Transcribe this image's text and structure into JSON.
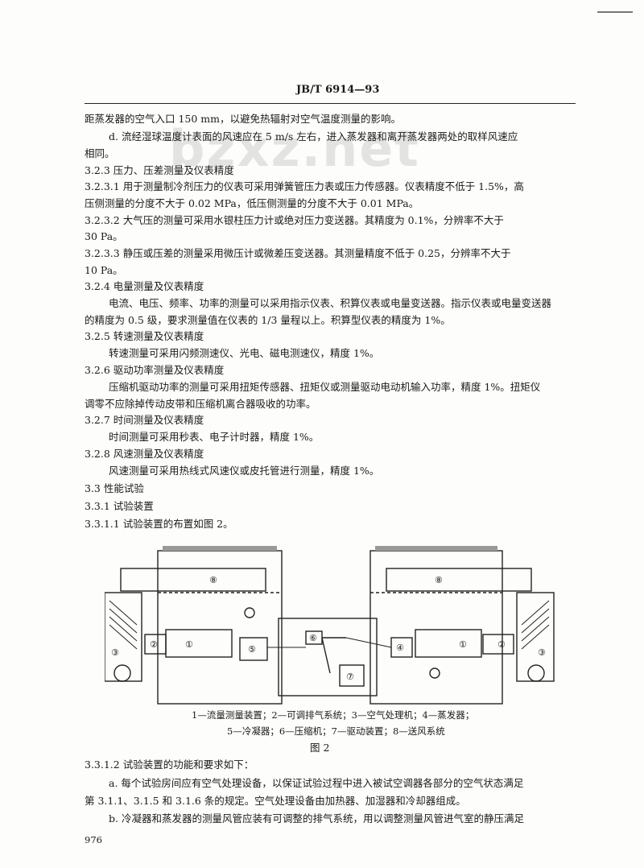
{
  "header": {
    "code": "JB/T 6914—93"
  },
  "watermark": "bzxz.net",
  "lines": [
    {
      "text": "距蒸发器的空气入口 150 mm，以避免热辐射对空气温度测量的影响。"
    },
    {
      "text": "d.  流经湿球温度计表面的风速应在 5 m/s 左右，进入蒸发器和离开蒸发器两处的取样风速应"
    },
    {
      "text": "相同。"
    },
    {
      "text": "3.2.3  压力、压差测量及仪表精度"
    },
    {
      "text": "3.2.3.1  用于测量制冷剂压力的仪表可采用弹簧管压力表或压力传感器。仪表精度不低于 1.5%，高"
    },
    {
      "text": "压侧测量的分度不大于 0.02 MPa，低压侧测量的分度不大于 0.01 MPa。"
    },
    {
      "text": "3.2.3.2  大气压的测量可采用水银柱压力计或绝对压力变送器。其精度为 0.1%，分辨率不大于"
    },
    {
      "text": "30 Pa。"
    },
    {
      "text": "3.2.3.3  静压或压差的测量采用微压计或微差压变送器。其测量精度不低于 0.25，分辨率不大于"
    },
    {
      "text": "10 Pa。"
    },
    {
      "text": "3.2.4  电量测量及仪表精度"
    },
    {
      "text": "电流、电压、频率、功率的测量可以采用指示仪表、积算仪表或电量变送器。指示仪表或电量变送器"
    },
    {
      "text": "的精度为 0.5 级，要求测量值在仪表的 1/3 量程以上。积算型仪表的精度为 1%。"
    },
    {
      "text": "3.2.5  转速测量及仪表精度"
    },
    {
      "text": "转速测量可采用闪频测速仪、光电、磁电测速仪，精度 1%。"
    },
    {
      "text": "3.2.6  驱动功率测量及仪表精度"
    },
    {
      "text": "压缩机驱动功率的测量可采用扭矩传感器、扭矩仪或测量驱动电动机输入功率，精度 1%。扭矩仪"
    },
    {
      "text": "调零不应除掉传动皮带和压缩机离合器吸收的功率。"
    },
    {
      "text": "3.2.7  时间测量及仪表精度"
    },
    {
      "text": "时间测量可采用秒表、电子计时器，精度 1%。"
    },
    {
      "text": "3.2.8  风速测量及仪表精度"
    },
    {
      "text": "风速测量可采用热线式风速仪或皮托管进行测量，精度 1%。"
    },
    {
      "text": "3.3  性能试验"
    },
    {
      "text": "3.3.1  试验装置"
    },
    {
      "text": "3.3.1.1  试验装置的布置如图 2。"
    }
  ],
  "figure": {
    "numbers": [
      "①",
      "②",
      "③",
      "④",
      "⑤",
      "⑥",
      "⑦",
      "⑧"
    ],
    "caption_line1": "1—流量测量装置；2—可调排气系统；3—空气处理机；4—蒸发器；",
    "caption_line2": "5—冷凝器；6—压缩机；7—驱动装置；8—送风系统",
    "title": "图 2"
  },
  "lines_after": [
    {
      "text": "3.3.1.2  试验装置的功能和要求如下："
    },
    {
      "text": "a.  每个试验房间应有空气处理设备，以保证试验过程中进入被试空调器各部分的空气状态满足"
    },
    {
      "text": "第 3.1.1、3.1.5 和 3.1.6 条的规定。空气处理设备由加热器、加湿器和冷却器组成。"
    },
    {
      "text": "b.  冷凝器和蒸发器的测量风管应装有可调整的排气系统，用以调整测量风管进气室的静压满足"
    }
  ],
  "footer": {
    "page_number": "976"
  }
}
